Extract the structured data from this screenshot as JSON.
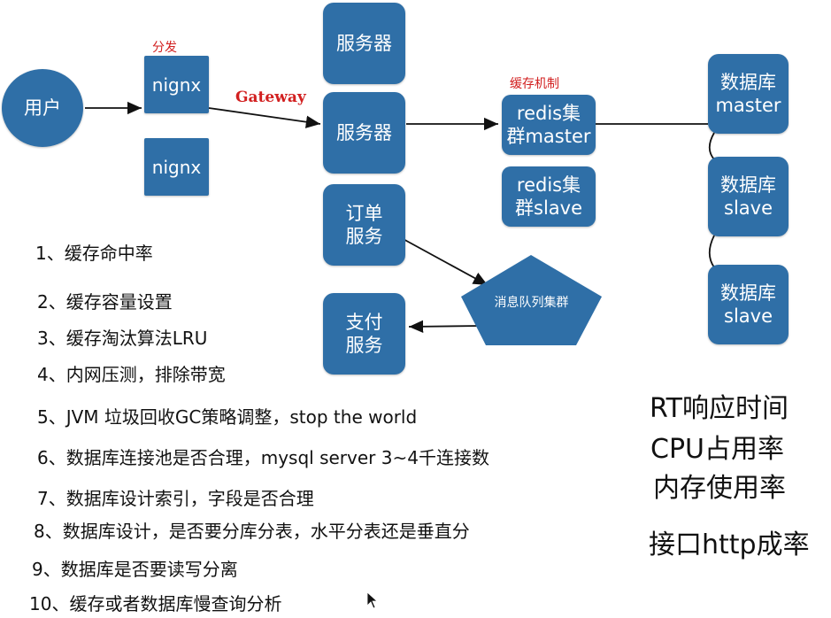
{
  "diagram": {
    "nodes": {
      "user": "用户",
      "nginx1": "nignx",
      "nginx2": "nignx",
      "server1": "服务器",
      "server2": "服务器",
      "order_service": "订单\n服务",
      "pay_service": "支付\n服务",
      "mq": "消息队列集群",
      "redis_master": "redis集\n群master",
      "redis_slave": "redis集\n群slave",
      "db_master": "数据库\nmaster",
      "db_slave1": "数据库\nslave",
      "db_slave2": "数据库\nslave"
    },
    "annotations": {
      "dispatch": "分发",
      "gateway": "Gateway",
      "cache_mechanism": "缓存机制"
    }
  },
  "checklist": [
    "1、缓存命中率",
    "2、缓存容量设置",
    "3、缓存淘汰算法LRU",
    "4、内网压测，排除带宽",
    "5、JVM 垃圾回收GC策略调整，stop the world",
    "6、数据库连接池是否合理，mysql server  3~4千连接数",
    "7、数据库设计索引，字段是否合理",
    "8、数据库设计，是否要分库分表，水平分表还是垂直分",
    "9、数据库是否要读写分离",
    "10、缓存或者数据库慢查询分析"
  ],
  "metrics": [
    "RT响应时间",
    "CPU占用率",
    "内存使用率",
    "接口http成率"
  ],
  "colors": {
    "node_fill": "#2f6fa7",
    "annotation": "#d22020"
  }
}
